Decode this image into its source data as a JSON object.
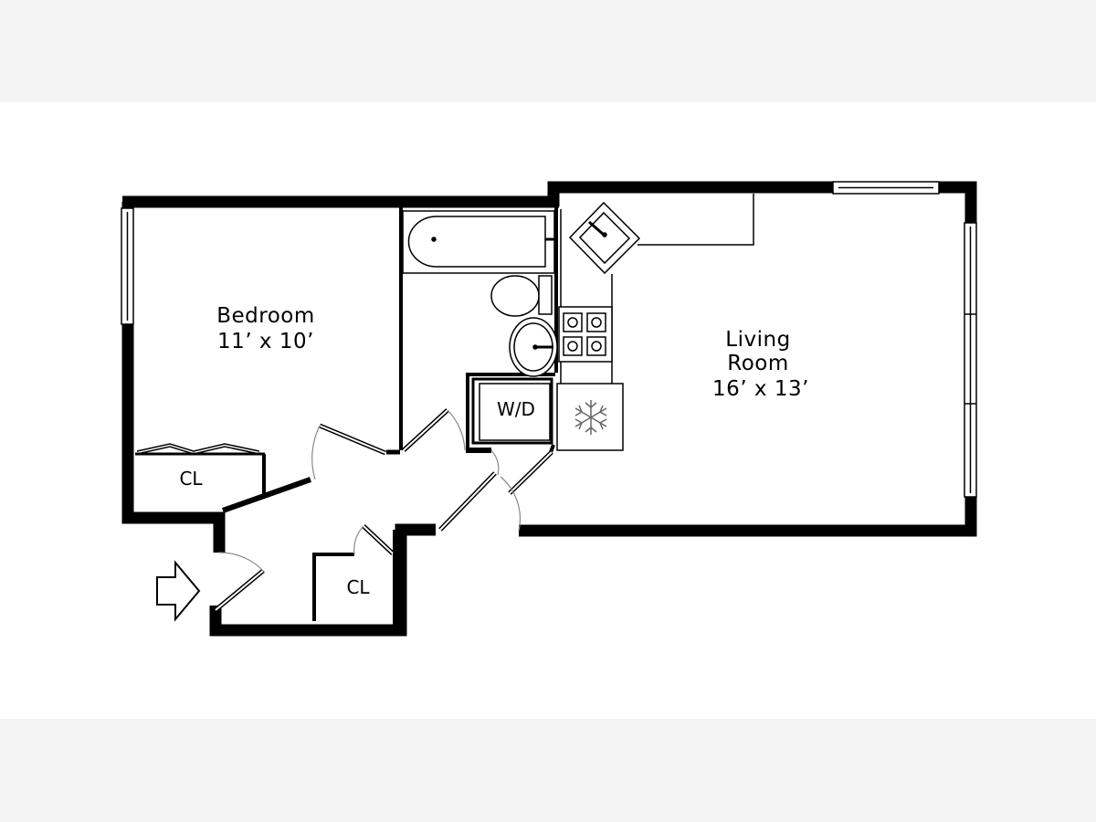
{
  "floorplan": {
    "bedroom": {
      "name": "Bedroom",
      "dims": "11’ x 10’"
    },
    "living_room": {
      "name_line1": "Living",
      "name_line2": "Room",
      "dims": "16’ x 13’"
    },
    "closet_bedroom": "CL",
    "closet_entry": "CL",
    "washer_dryer": "W/D"
  },
  "colors": {
    "wall": "#000000",
    "background": "#ffffff",
    "band": "#f4f4f4",
    "door_arc": "#888888"
  }
}
